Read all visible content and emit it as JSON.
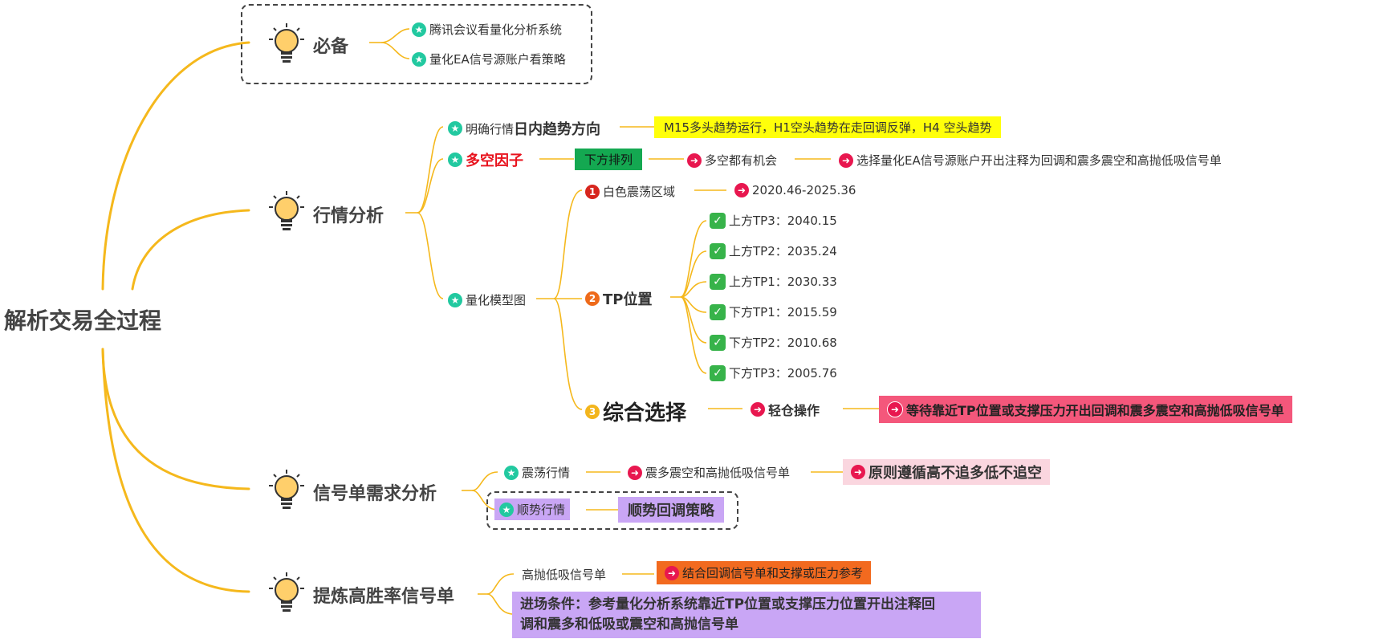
{
  "root": "解析交易全过程",
  "branches": {
    "prep": {
      "label": "必备",
      "items": [
        "腾讯会议看量化分析系统",
        "量化EA信号源账户看策略"
      ]
    },
    "market": {
      "label": "行情分析",
      "trend": {
        "prefix": "明确行情",
        "strong": "日内趋势方向",
        "detail": "M15多头趋势运行，H1空头趋势在走回调反弹，H4 空头趋势"
      },
      "factor": {
        "label": "多空因子",
        "tag": "下方排列",
        "next": "多空都有机会",
        "detail": "选择量化EA信号源账户开出注释为回调和震多震空和高抛低吸信号单"
      },
      "model": {
        "label": "量化模型图",
        "n1_mark": "1",
        "n2_mark": "2",
        "n3_mark": "3",
        "range_label": "白色震荡区域",
        "range_value": "2020.46-2025.36",
        "tp_label": "TP位置",
        "tps": [
          "上方TP3：2040.15",
          "上方TP2：2035.24",
          "上方TP1：2030.33",
          "下方TP1：2015.59",
          "下方TP2：2010.68",
          "下方TP3：2005.76"
        ],
        "choice_label": "综合选择",
        "choice_action": "轻仓操作",
        "choice_detail": "等待靠近TP位置或支撑压力开出回调和震多震空和高抛低吸信号单"
      }
    },
    "signal": {
      "label": "信号单需求分析",
      "range_market": "震荡行情",
      "range_orders": "震多震空和高抛低吸信号单",
      "principle": "原则遵循高不追多低不追空",
      "trend_market": "顺势行情",
      "trend_strategy": "顺势回调策略"
    },
    "refine": {
      "label": "提炼高胜率信号单",
      "item": "高抛低吸信号单",
      "ref": "结合回调信号单和支撑或压力参考",
      "entry_line1": "进场条件：参考量化分析系统靠近TP位置或支撑压力位置开出注释回",
      "entry_line2": "调和震多和低吸或震空和高抛信号单"
    }
  },
  "colors": {
    "line": "#f5b81c",
    "yellow_hl": "#ffff0a",
    "green_tag": "#14a851",
    "red_text": "#e8121d",
    "pink_bar": "#f4577b",
    "light_pink": "#fad6df",
    "purple": "#c9a6f5",
    "orange_bar": "#f26a1f"
  }
}
